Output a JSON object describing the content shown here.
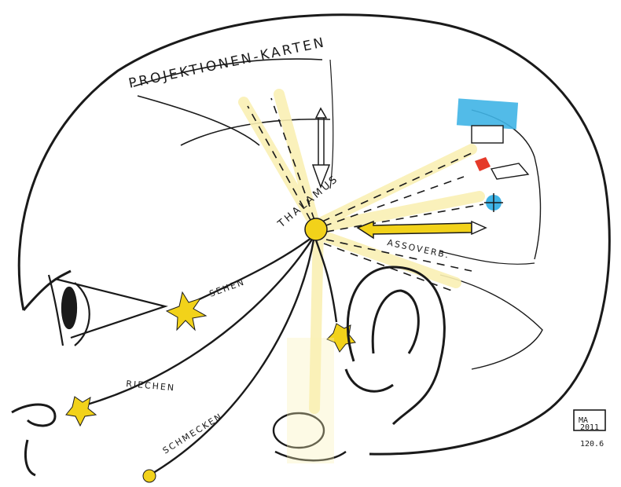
{
  "labels": {
    "title": "PROJEKTIONEN-KARTEN",
    "thalamus": "THALAMUS",
    "sehen": "SEHEN",
    "riechen": "RIECHEN",
    "schmecken": "SCHMECKEN",
    "assoc": "ASSOVERB."
  },
  "signature": {
    "initials": "MA",
    "year": "2011",
    "code": "120.6"
  },
  "colors": {
    "outline": "#1a1a1a",
    "yellow": "#f2d21a",
    "pale_yellow": "#faf0b4",
    "blue": "#3fb4e6",
    "red": "#e53a2a"
  }
}
